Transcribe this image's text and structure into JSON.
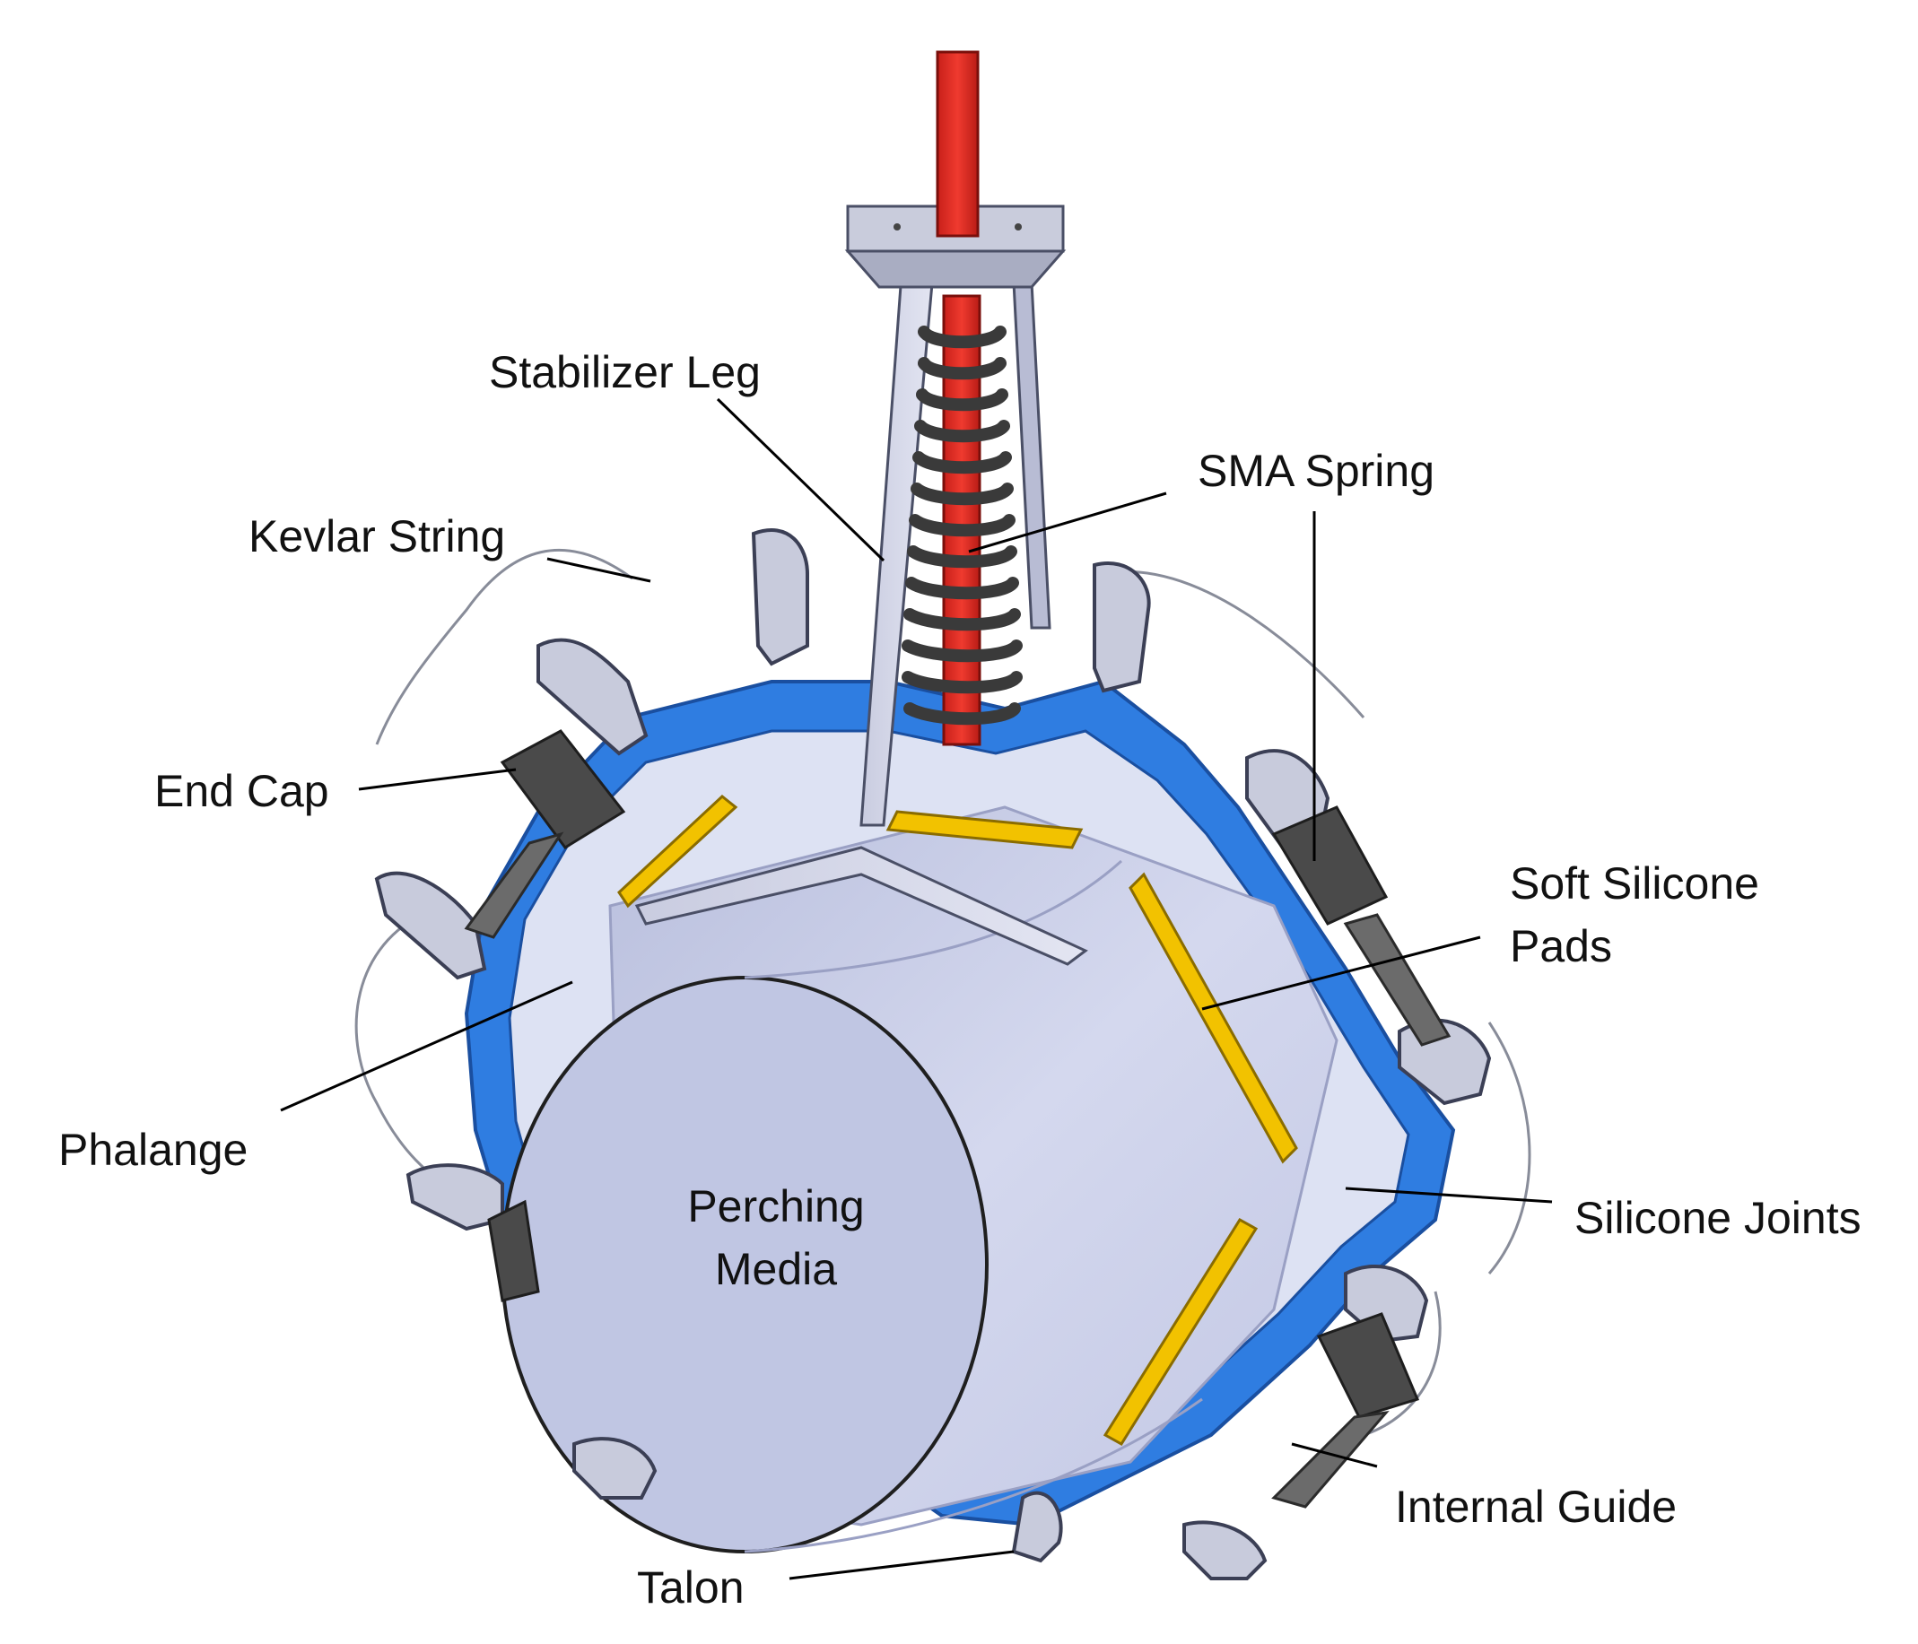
{
  "labels": {
    "stabilizer_leg": "Stabilizer Leg",
    "sma_spring": "SMA Spring",
    "kevlar_string": "Kevlar String",
    "end_cap": "End Cap",
    "soft_silicone_pads_line1": "Soft Silicone",
    "soft_silicone_pads_line2": "Pads",
    "phalange": "Phalange",
    "silicone_joints": "Silicone Joints",
    "internal_guide": "Internal Guide",
    "talon": "Talon",
    "perching_media_line1": "Perching",
    "perching_media_line2": "Media"
  },
  "colors": {
    "phalange_blue": "#2f7de1",
    "phalange_dark": "#1d5bb5",
    "cylinder": "#c9cde6",
    "cylinder_face": "#bfc5e3",
    "pad_yellow": "#f2c200",
    "sma_red": "#e8271f",
    "spring_dark": "#3a3a3a",
    "gray_part": "#c8cbdc",
    "leader_line": "#000000"
  }
}
